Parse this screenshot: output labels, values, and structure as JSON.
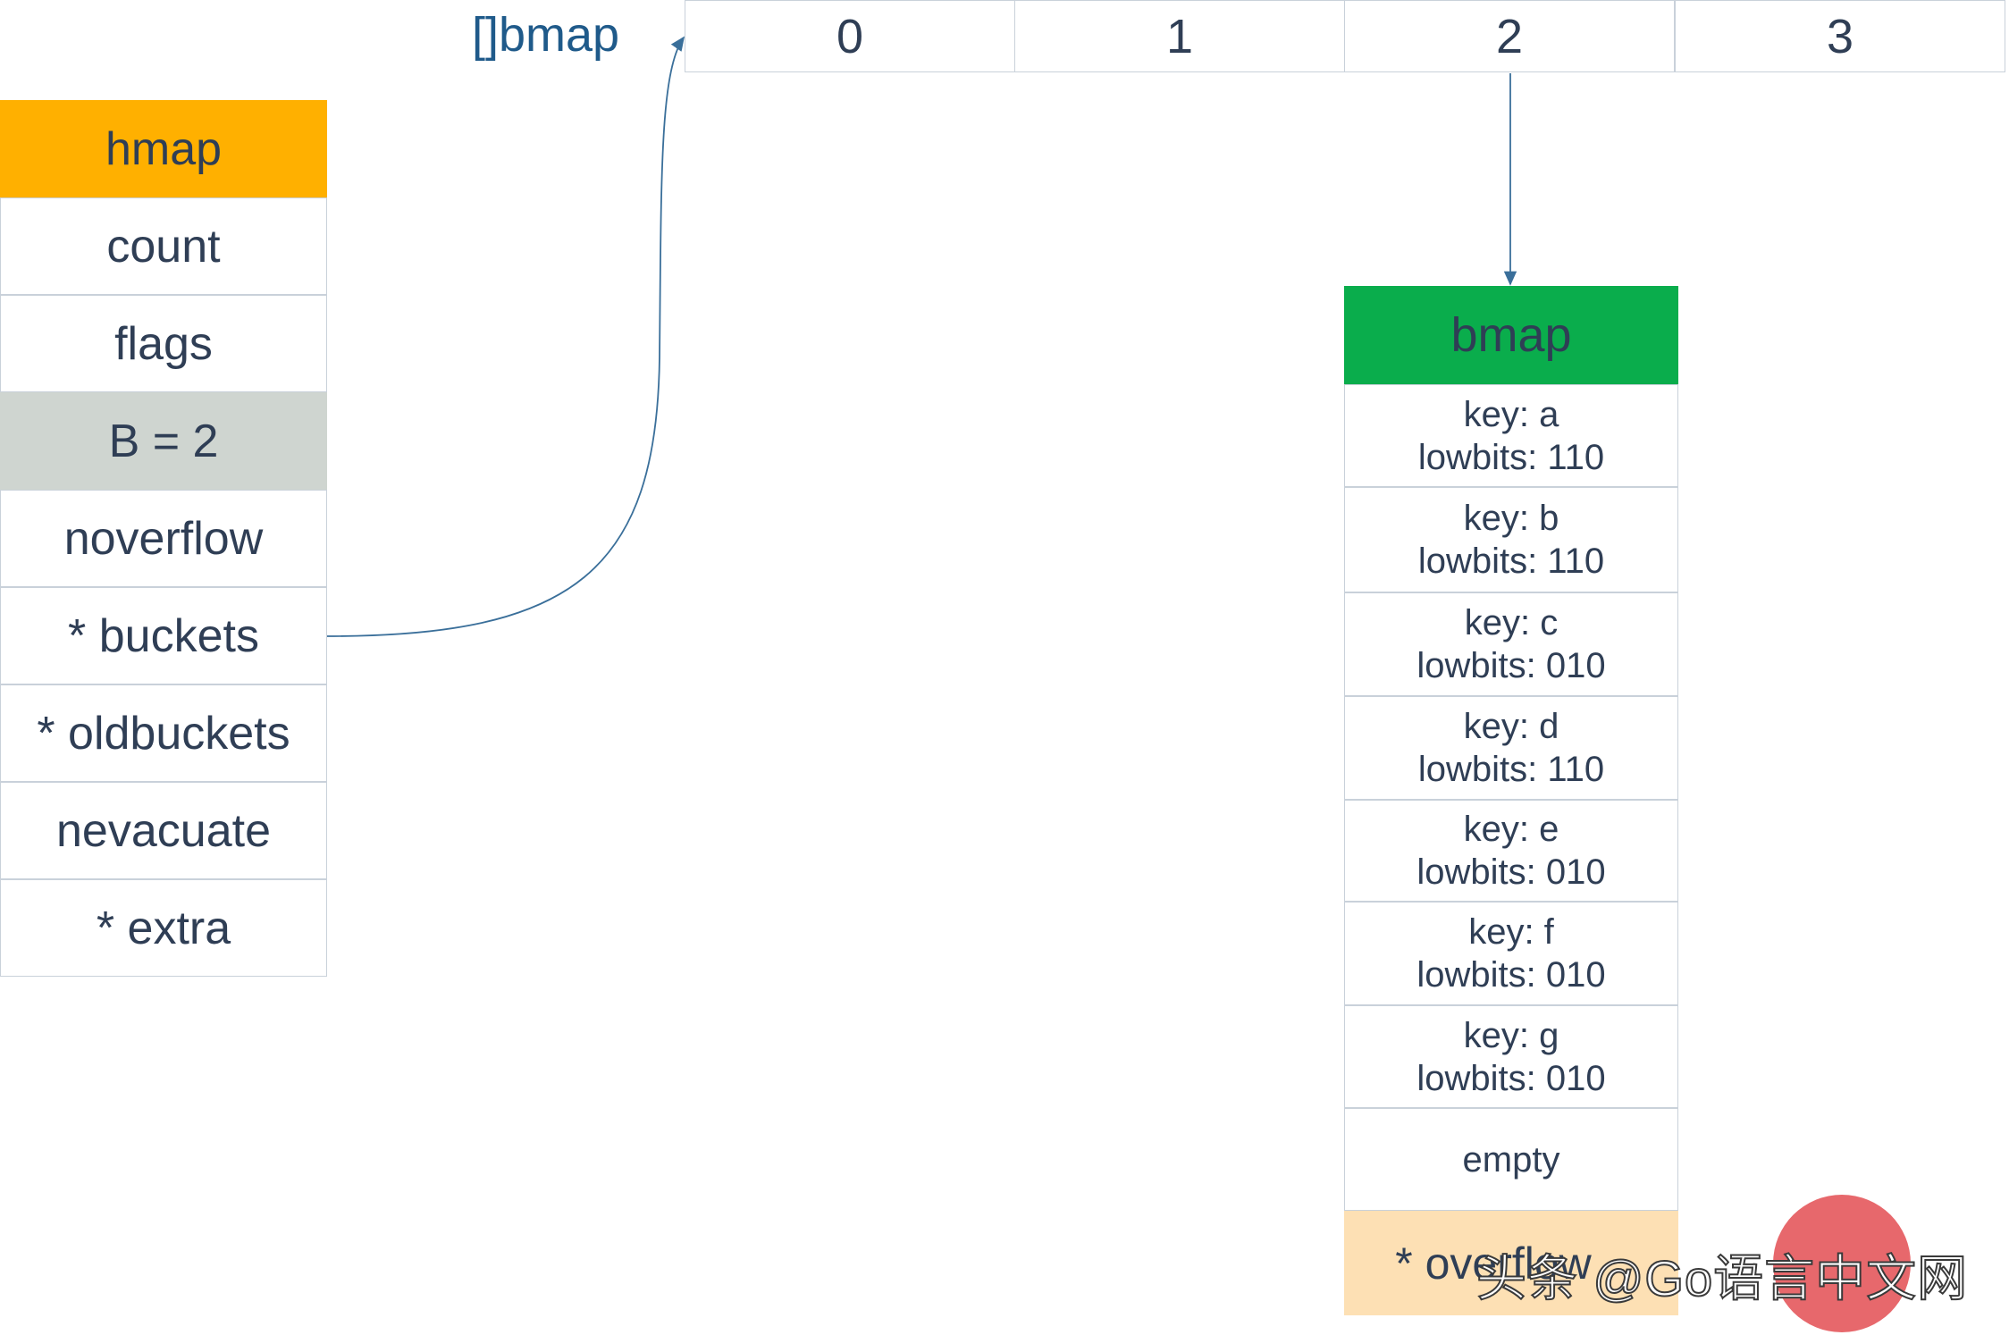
{
  "hmap": {
    "header": "hmap",
    "fields": [
      "count",
      "flags",
      "B = 2",
      "noverflow",
      "* buckets",
      "* oldbuckets",
      "nevacuate",
      "* extra"
    ]
  },
  "buckets_array": {
    "label": "[]bmap",
    "indices": [
      "0",
      "1",
      "2",
      "3"
    ]
  },
  "bmap": {
    "header": "bmap",
    "slots": [
      {
        "key": "key: a",
        "lowbits": "lowbits: 110"
      },
      {
        "key": "key: b",
        "lowbits": "lowbits: 110"
      },
      {
        "key": "key: c",
        "lowbits": "lowbits: 010"
      },
      {
        "key": "key: d",
        "lowbits": "lowbits: 110"
      },
      {
        "key": "key: e",
        "lowbits": "lowbits: 010"
      },
      {
        "key": "key: f",
        "lowbits": "lowbits: 010"
      },
      {
        "key": "key: g",
        "lowbits": "lowbits: 010"
      }
    ],
    "empty_slot": "empty",
    "overflow": "* overflow"
  },
  "watermark": "头条 @Go语言中文网",
  "colors": {
    "hmap_header": "#ffb000",
    "b_field": "#cfd5d0",
    "bmap_header": "#0aad4c",
    "overflow": "#fde0b4",
    "text": "#2f3e55",
    "arrow": "#3a6f9a"
  }
}
